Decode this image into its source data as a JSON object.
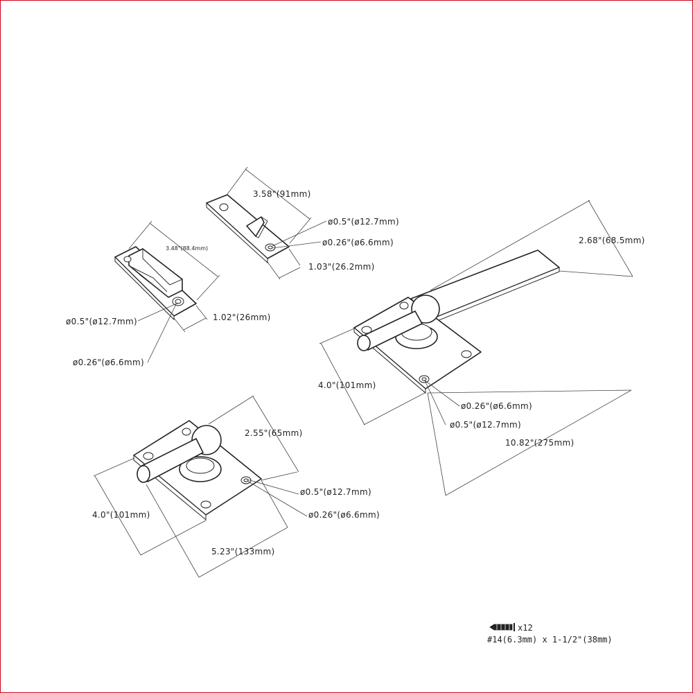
{
  "colors": {
    "frame": "#d0021b",
    "line": "#222222",
    "background": "#ffffff"
  },
  "keeper_small": {
    "length": "3.48\"(88.4mm)",
    "width": "1.02\"(26mm)",
    "hole_outer": "ø0.5\"(ø12.7mm)",
    "hole_inner": "ø0.26\"(ø6.6mm)"
  },
  "keeper_ramp": {
    "length": "3.58\"(91mm)",
    "width": "1.03\"(26.2mm)",
    "hole_outer": "ø0.5\"(ø12.7mm)",
    "hole_inner": "ø0.26\"(ø6.6mm)"
  },
  "latch_large": {
    "depth": "2.68\"(68.5mm)",
    "height": "4.0\"(101mm)",
    "length": "10.82\"(275mm)",
    "hole_inner": "ø0.26\"(ø6.6mm)",
    "hole_outer": "ø0.5\"(ø12.7mm)"
  },
  "latch_small": {
    "depth": "2.55\"(65mm)",
    "height": "4.0\"(101mm)",
    "length": "5.23\"(133mm)",
    "hole_outer": "ø0.5\"(ø12.7mm)",
    "hole_inner": "ø0.26\"(ø6.6mm)"
  },
  "screws": {
    "icon": "screw-icon",
    "quantity": "x12",
    "spec": "#14(6.3mm) x 1-1/2\"(38mm)"
  }
}
